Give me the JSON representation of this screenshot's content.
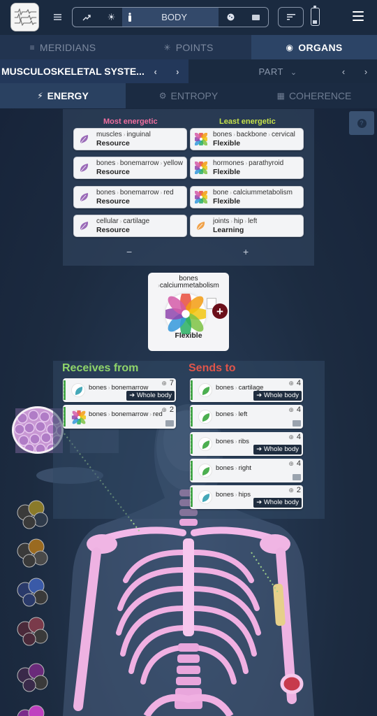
{
  "topbar": {
    "app_icon": "ecg-thumbnail-icon",
    "view_mode_icon": "list-icon",
    "segments": [
      {
        "name": "trend-icon",
        "glyph": "↗"
      },
      {
        "name": "sun-icon",
        "glyph": "☀"
      },
      {
        "name": "body-figure-icon",
        "glyph": "▮"
      }
    ],
    "body_label": "BODY",
    "right_segments": [
      {
        "name": "ball-icon",
        "glyph": "●"
      },
      {
        "name": "chip-icon",
        "glyph": "▬"
      }
    ]
  },
  "nav": {
    "tabs": [
      {
        "label": "MERIDIANS",
        "icon": "≡"
      },
      {
        "label": "POINTS",
        "icon": "✳"
      },
      {
        "label": "ORGANS",
        "icon": "◉"
      }
    ],
    "active_tab": 2
  },
  "selector": {
    "system": "MUSCULOSKELETAL SYSTE...",
    "part": "PART",
    "prev": "‹",
    "next": "›",
    "dropdown": "⌄"
  },
  "modes": {
    "tabs": [
      {
        "label": "ENERGY",
        "icon": "⚡"
      },
      {
        "label": "ENTROPY",
        "icon": "⚙"
      },
      {
        "label": "COHERENCE",
        "icon": "▦"
      }
    ],
    "active": 0
  },
  "energy": {
    "most_label": "Most energetic",
    "least_label": "Least energetic",
    "most": [
      {
        "path": [
          "muscles",
          "inguinal"
        ],
        "level": "Resource"
      },
      {
        "path": [
          "bones",
          "bonemarrow",
          "yellow"
        ],
        "level": "Resource"
      },
      {
        "path": [
          "bones",
          "bonemarrow",
          "red"
        ],
        "level": "Resource"
      },
      {
        "path": [
          "cellular",
          "cartilage"
        ],
        "level": "Resource"
      }
    ],
    "least": [
      {
        "path": [
          "bones",
          "backbone",
          "cervical"
        ],
        "level": "Flexible"
      },
      {
        "path": [
          "hormones",
          "parathyroid"
        ],
        "level": "Flexible"
      },
      {
        "path": [
          "bone",
          "calciummetabolism"
        ],
        "level": "Flexible"
      },
      {
        "path": [
          "joints",
          "hip",
          "left"
        ],
        "level": "Learning"
      }
    ],
    "minus": "−",
    "plus": "+",
    "colors": {
      "most": "#f06fa0",
      "least": "#c6e24a"
    }
  },
  "focus": {
    "name1": "bones",
    "name2": "calciummetabolism",
    "level": "Flexible",
    "add": "+"
  },
  "relations": {
    "receives_label": "Receives from",
    "sends_label": "Sends to",
    "receives": [
      {
        "path": [
          "bones",
          "bonemarrow"
        ],
        "count": "7",
        "whole": "➔ Whole body"
      },
      {
        "path": [
          "bones",
          "bonemarrow",
          "red"
        ],
        "count": "2",
        "whole": ""
      }
    ],
    "sends": [
      {
        "path": [
          "bones",
          "cartilage"
        ],
        "count": "4",
        "whole": "➔ Whole body"
      },
      {
        "path": [
          "bones",
          "left"
        ],
        "count": "4",
        "whole": ""
      },
      {
        "path": [
          "bones",
          "ribs"
        ],
        "count": "4",
        "whole": "➔ Whole body"
      },
      {
        "path": [
          "bones",
          "right"
        ],
        "count": "4",
        "whole": ""
      },
      {
        "path": [
          "bones",
          "hips"
        ],
        "count": "2",
        "whole": "➔ Whole body"
      }
    ],
    "colors": {
      "receives": "#8fd46a",
      "sends": "#e0554a"
    }
  }
}
